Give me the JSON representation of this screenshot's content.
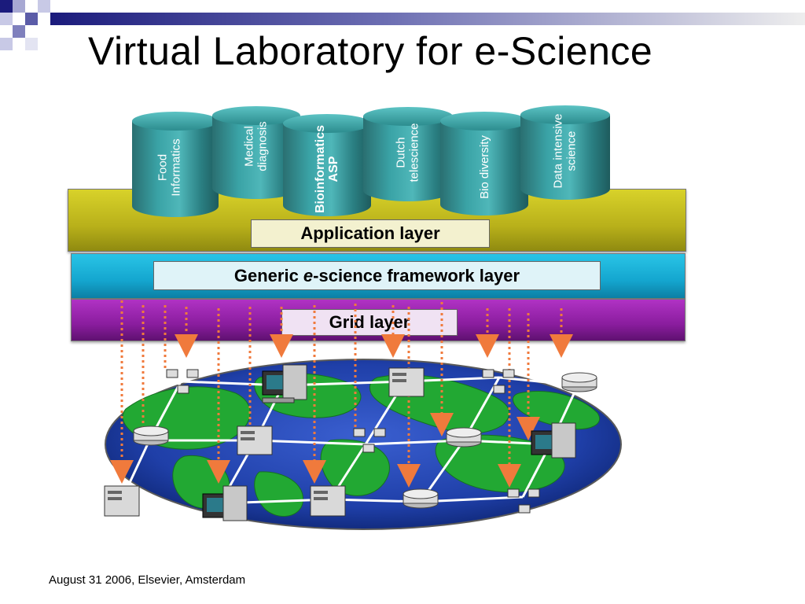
{
  "title": "Virtual Laboratory for e-Science",
  "footer": "August 31 2006, Elsevier, Amsterdam",
  "layers": {
    "application": "Application layer",
    "generic_prefix": "Generic ",
    "generic_italic": "e",
    "generic_suffix": "-science framework layer",
    "grid": "Grid layer"
  },
  "cylinders": [
    {
      "line1": "Food",
      "line2": "Informatics"
    },
    {
      "line1": "Medical",
      "line2": "diagnosis"
    },
    {
      "line1": "Bioinformatics",
      "line2": "ASP"
    },
    {
      "line1": "Dutch",
      "line2": "telescience"
    },
    {
      "line1": "Bio diversity",
      "line2": ""
    },
    {
      "line1": "Data intensive",
      "line2": "science"
    }
  ],
  "colors": {
    "application_layer": "#c9c220",
    "generic_layer": "#17b0d8",
    "grid_layer": "#8a1d9e",
    "cylinder": "#3aa3a6",
    "globe_ocean": "#1f3fa8",
    "globe_land": "#22a833",
    "arrow": "#f07a3c",
    "title_bar": "#1b1b7c"
  },
  "icons": [
    "workstation-icon",
    "server-tower-icon",
    "storage-disk-icon",
    "laptop-icon"
  ]
}
